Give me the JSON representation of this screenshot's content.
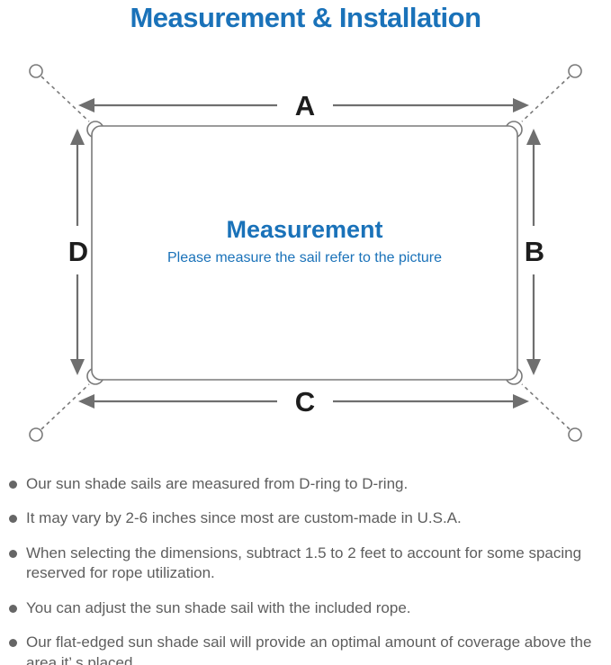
{
  "title": "Measurement & Installation",
  "colors": {
    "accent_blue": "#1a72b9",
    "line_gray": "#7a7a7a",
    "arrow_gray": "#6f6f6f",
    "label_black": "#1d1d1d",
    "body_text_gray": "#5e5e5e"
  },
  "diagram": {
    "dimension_labels": {
      "top": "A",
      "right": "B",
      "bottom": "C",
      "left": "D"
    },
    "center_title": "Measurement",
    "center_subtitle": "Please measure the sail refer to the picture"
  },
  "bullets": [
    "Our sun shade sails are measured from D-ring to D-ring.",
    "It may vary by 2-6 inches since most are custom-made in U.S.A.",
    "When selecting the dimensions, subtract 1.5 to 2 feet to account for some spacing reserved for rope utilization.",
    "You can adjust the sun shade sail with the included rope.",
    "Our flat-edged sun shade sail will provide an optimal amount of coverage above the area it’ s placed."
  ]
}
